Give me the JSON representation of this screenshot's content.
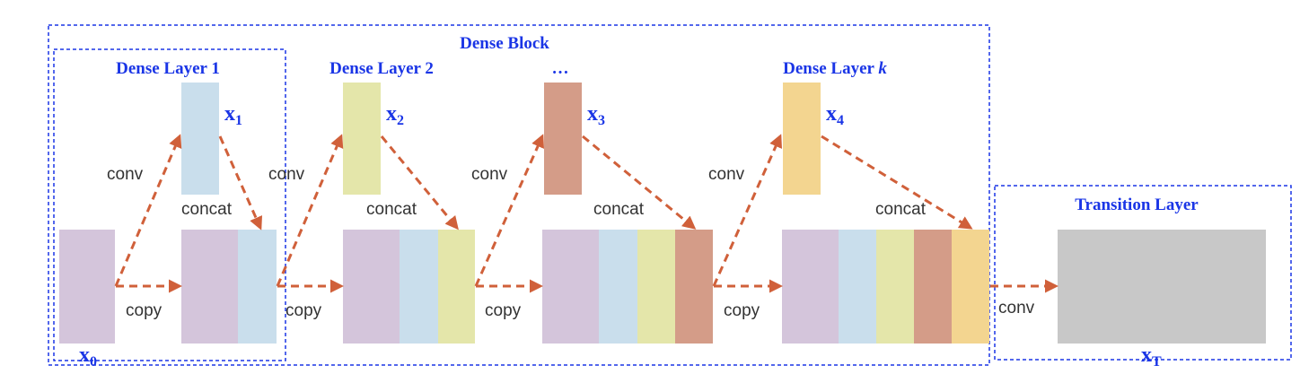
{
  "dense_block": {
    "title": "Dense Block"
  },
  "layer_titles": {
    "layer1": "Dense Layer 1",
    "layer2": "Dense Layer 2",
    "layer3": "…",
    "layerk_prefix": "Dense Layer ",
    "layerk_suffix": "k"
  },
  "transition": {
    "title": "Transition Layer",
    "output_label": "x",
    "output_sub": "T"
  },
  "operations": {
    "conv": "conv",
    "concat": "concat",
    "copy": "copy"
  },
  "inputs": {
    "x0_label": "x",
    "x0_sub": "0"
  },
  "features": [
    {
      "label": "x",
      "sub": "1"
    },
    {
      "label": "x",
      "sub": "2"
    },
    {
      "label": "x",
      "sub": "3"
    },
    {
      "label": "x",
      "sub": "4"
    }
  ],
  "colors": {
    "x0": "#d4c5db",
    "x1": "#c9deec",
    "x2": "#e4e6aa",
    "x3": "#d49c88",
    "x4": "#f3d590",
    "transition": "#c8c8c8",
    "arrow": "#d0603a",
    "box": "#1a35e6"
  }
}
